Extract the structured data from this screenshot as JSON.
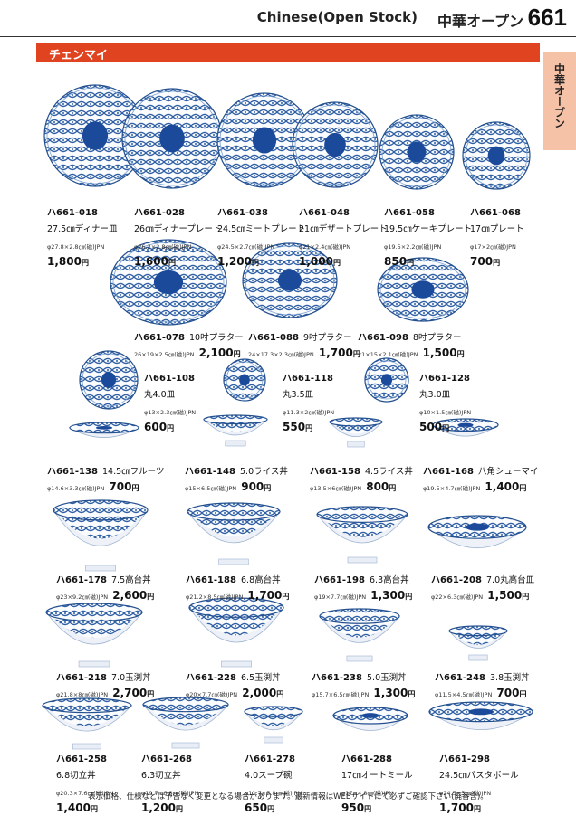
{
  "header": {
    "title_en": "Chinese(Open Stock)",
    "title_jp": "中華オープン",
    "page_number": "661"
  },
  "section": {
    "label": "チェンマイ"
  },
  "side_tab": {
    "label": "中華オープン"
  },
  "colors": {
    "band": "#e0431f",
    "tab": "#f5c1a7",
    "pattern": "#2f5fa3",
    "center": "#1c4a9a"
  },
  "yen": "円",
  "products": [
    {
      "code": "ハ661-018",
      "name": "27.5㎝ディナー皿",
      "spec": "φ27.8×2.8㎝(磁)JPN",
      "price": "1,800"
    },
    {
      "code": "ハ661-028",
      "name": "26㎝ディナープレート",
      "spec": "φ26.2×2.8㎝(磁)JPN",
      "price": "1,600"
    },
    {
      "code": "ハ661-038",
      "name": "24.5㎝ミートプレート",
      "spec": "φ24.5×2.7㎝(磁)JPN",
      "price": "1,200"
    },
    {
      "code": "ハ661-048",
      "name": "21㎝デザートプレート",
      "spec": "φ21×2.4㎝(磁)JPN",
      "price": "1,000"
    },
    {
      "code": "ハ661-058",
      "name": "19.5㎝ケーキプレート",
      "spec": "φ19.5×2.2㎝(磁)JPN",
      "price": "850"
    },
    {
      "code": "ハ661-068",
      "name": "17㎝プレート",
      "spec": "φ17×2㎝(磁)JPN",
      "price": "700"
    },
    {
      "code": "ハ661-078",
      "name": "10吋プラター",
      "spec": "26×19×2.5㎝(磁)JPN",
      "price": "2,100"
    },
    {
      "code": "ハ661-088",
      "name": "9吋プラター",
      "spec": "24×17.3×2.3㎝(磁)JPN",
      "price": "1,700"
    },
    {
      "code": "ハ661-098",
      "name": "8吋プラター",
      "spec": "21×15×2.1㎝(磁)JPN",
      "price": "1,500"
    },
    {
      "code": "ハ661-108",
      "name": "丸4.0皿",
      "spec": "φ13×2.3㎝(磁)JPN",
      "price": "600"
    },
    {
      "code": "ハ661-118",
      "name": "丸3.5皿",
      "spec": "φ11.3×2㎝(磁)JPN",
      "price": "550"
    },
    {
      "code": "ハ661-128",
      "name": "丸3.0皿",
      "spec": "φ10×1.5㎝(磁)JPN",
      "price": "500"
    },
    {
      "code": "ハ661-138",
      "name": "14.5㎝フルーツ",
      "spec": "φ14.6×3.3㎝(磁)JPN",
      "price": "700"
    },
    {
      "code": "ハ661-148",
      "name": "5.0ライス丼",
      "spec": "φ15×6.5㎝(磁)JPN",
      "price": "900"
    },
    {
      "code": "ハ661-158",
      "name": "4.5ライス丼",
      "spec": "φ13.5×6㎝(磁)JPN",
      "price": "800"
    },
    {
      "code": "ハ661-168",
      "name": "八角シューマイ",
      "spec": "φ19.5×4.7㎝(磁)JPN",
      "price": "1,400"
    },
    {
      "code": "ハ661-178",
      "name": "7.5高台丼",
      "spec": "φ23×9.2㎝(磁)JPN",
      "price": "2,600"
    },
    {
      "code": "ハ661-188",
      "name": "6.8高台丼",
      "spec": "φ21.2×8.5㎝(磁)JPN",
      "price": "1,700"
    },
    {
      "code": "ハ661-198",
      "name": "6.3高台丼",
      "spec": "φ19×7.7㎝(磁)JPN",
      "price": "1,300"
    },
    {
      "code": "ハ661-208",
      "name": "7.0丸高台皿",
      "spec": "φ22×6.3㎝(磁)JPN",
      "price": "1,500"
    },
    {
      "code": "ハ661-218",
      "name": "7.0玉渕丼",
      "spec": "φ21.8×8㎝(磁)JPN",
      "price": "2,700"
    },
    {
      "code": "ハ661-228",
      "name": "6.5玉渕丼",
      "spec": "φ20×7.7㎝(磁)JPN",
      "price": "2,000"
    },
    {
      "code": "ハ661-238",
      "name": "5.0玉渕丼",
      "spec": "φ15.7×6.5㎝(磁)JPN",
      "price": "1,300"
    },
    {
      "code": "ハ661-248",
      "name": "3.8玉渕丼",
      "spec": "φ11.5×4.5㎝(磁)JPN",
      "price": "700"
    },
    {
      "code": "ハ661-258",
      "name": "6.8切立丼",
      "spec": "φ20.3×7.6㎝(磁)JPN",
      "price": "1,400"
    },
    {
      "code": "ハ661-268",
      "name": "6.3切立丼",
      "spec": "φ19.7×6.8㎝(磁)JPN",
      "price": "1,200"
    },
    {
      "code": "ハ661-278",
      "name": "4.0スープ碗",
      "spec": "φ11.7×5.8㎝(磁)JPN",
      "price": "650"
    },
    {
      "code": "ハ661-288",
      "name": "17㎝オートミール",
      "spec": "φ17×4.8㎝(磁)JPN",
      "price": "950"
    },
    {
      "code": "ハ661-298",
      "name": "24.5㎝パスタボール",
      "spec": "φ24.5×5㎝(磁)JPN",
      "price": "1,700"
    }
  ],
  "footer": {
    "note": "表示価格、仕様などは予告なく変更となる場合があります。最新情報はWEBサイトにて必ずご確認下さい(廃番含)。"
  }
}
